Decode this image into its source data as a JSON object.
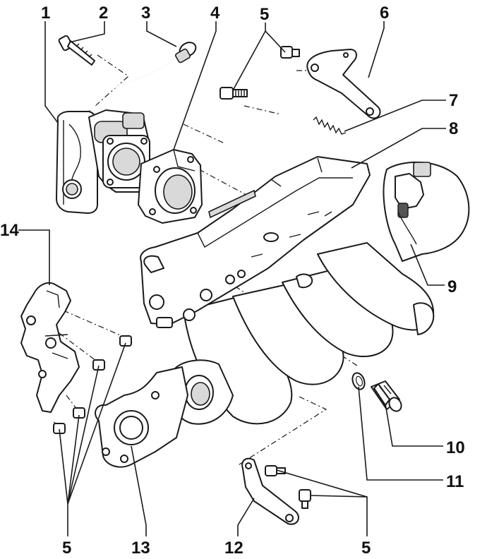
{
  "callouts": {
    "c1": "1",
    "c2": "2",
    "c3": "3",
    "c4": "4",
    "c5_top": "5",
    "c6": "6",
    "c7": "7",
    "c8": "8",
    "c9": "9",
    "c10": "10",
    "c11": "11",
    "c12": "12",
    "c13": "13",
    "c14": "14",
    "c5_bottom_left": "5",
    "c5_bottom_right": "5"
  }
}
